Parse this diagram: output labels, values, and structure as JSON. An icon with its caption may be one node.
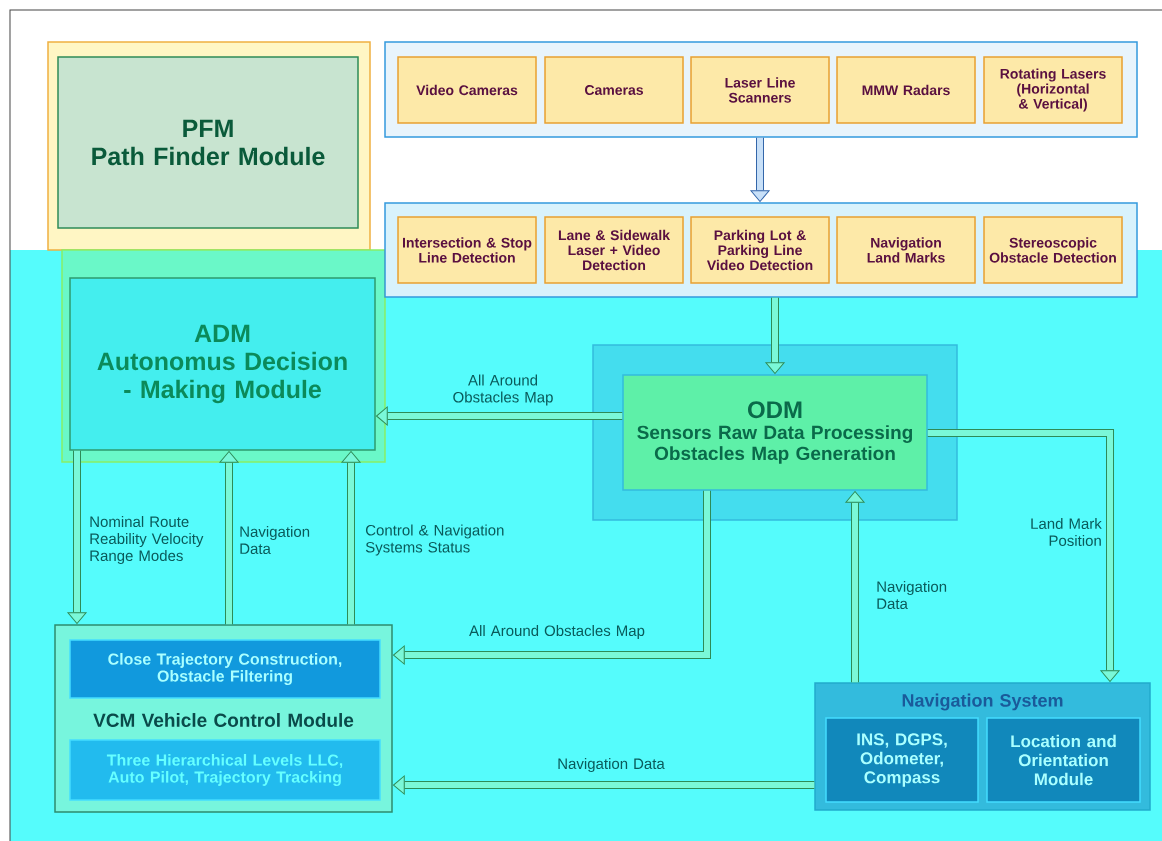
{
  "diagram": {
    "nodes": [
      {
        "text": [
          "PFM",
          "Path Finder Module"
        ]
      },
      {
        "text": [],
        "shape": "box"
      },
      {
        "text": [
          "Video Cameras"
        ],
        "in": 1
      },
      {
        "text": [
          "Cameras"
        ],
        "in": 1
      },
      {
        "text": [
          "Laser Line Scanners"
        ],
        "in": 1
      },
      {
        "text": [
          "MMW Radars"
        ],
        "in": 1
      },
      {
        "text": [
          "Rotating Lasers (Horizontal & Vertical)"
        ],
        "in": 1
      },
      {
        "text": [],
        "shape": "box"
      },
      {
        "text": [
          "Intersection & Stop Line Detection"
        ],
        "in": 7
      },
      {
        "text": [
          "Lane & Sidewalk Laser + Video Detection"
        ],
        "in": 7
      },
      {
        "text": [
          "Parking Lot & Parking Line Video Detection"
        ],
        "in": 7
      },
      {
        "text": [
          "Navigation Land Marks"
        ],
        "in": 7
      },
      {
        "text": [
          "Stereoscopic Obstacle Detection"
        ],
        "in": 7
      },
      {
        "text": [
          "ADM",
          "Autonomus Decision - Making Module"
        ]
      },
      {
        "text": [
          "ODM",
          "Sensors Raw Data Processing Obstacles Map Generation"
        ]
      },
      {
        "text": [
          "VCM Vehicle Control Module"
        ]
      },
      {
        "text": [
          "Close Trajectory Construction, Obstacle Filtering"
        ],
        "in": 15
      },
      {
        "text": [
          "Three Hierarchical Levels LLC, Auto Pilot, Trajectory Tracking"
        ],
        "in": 15
      },
      {
        "text": [
          "Navigation System"
        ]
      },
      {
        "text": [
          "INS, DGPS, Odometer, Compass"
        ],
        "in": 18
      },
      {
        "text": [
          "Location and Orientation Module"
        ],
        "in": 18
      }
    ],
    "edges": [
      {
        "from": 1,
        "to": 7,
        "arrow": "to",
        "color": "#3366aa"
      },
      {
        "from": 7,
        "to": 14,
        "arrow": "to"
      },
      {
        "from": 14,
        "to": 13,
        "arrow": "to",
        "label": "All Around Obstacles Map"
      },
      {
        "from": 13,
        "to": 15,
        "arrow": "to",
        "label": "Nominal Route Reability Velocity Range Modes"
      },
      {
        "from": 15,
        "to": 13,
        "arrow": "to",
        "label": "Navigation Data"
      },
      {
        "from": 15,
        "to": 13,
        "arrow": "to",
        "label": "Control & Navigation Systems Status"
      },
      {
        "from": 14,
        "to": 15,
        "arrow": "to",
        "label": "All Around Obstacles Map"
      },
      {
        "from": 18,
        "to": 14,
        "arrow": "to",
        "label": "Navigation Data"
      },
      {
        "from": 14,
        "to": 18,
        "arrow": "to",
        "label": "Land Mark Position"
      },
      {
        "from": 18,
        "to": 15,
        "arrow": "to",
        "label": "Navigation Data"
      }
    ]
  }
}
